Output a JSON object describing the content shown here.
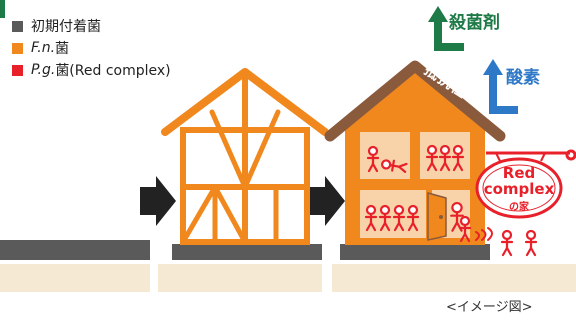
{
  "legend": {
    "initial": {
      "text": "初期付着菌",
      "color": "#5a5a5a"
    },
    "fn": {
      "italic": "F.n.",
      "suffix": "菌",
      "color": "#f0881e"
    },
    "pg": {
      "italic": "P.g.",
      "suffix": "菌(Red complex)",
      "color": "#e8202a"
    }
  },
  "labels": {
    "bactericide": "殺菌剤",
    "oxygen": "酸素",
    "resistance": "抵抗性",
    "sign_line1": "Red",
    "sign_line2": "complex",
    "sign_line3": "の家",
    "caption": "<イメージ図>"
  },
  "colors": {
    "orange": "#f0881e",
    "red": "#e8202a",
    "green": "#1e7a46",
    "blue": "#2e78c8",
    "brown": "#8a5a3c",
    "ground_gray": "#5a5a5a",
    "ground_beige": "#f5e9d4",
    "room_fill": "#f8d2a8"
  }
}
